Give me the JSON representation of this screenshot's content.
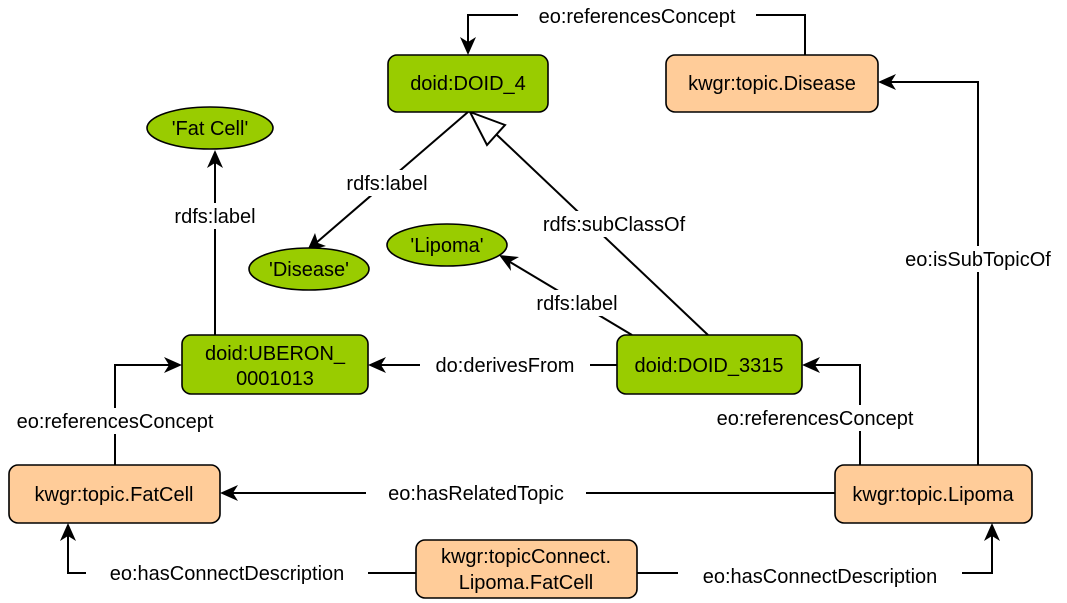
{
  "nodes": {
    "doid_4": "doid:DOID_4",
    "topic_disease": "kwgr:topic.Disease",
    "fat_cell_literal": "'Fat Cell'",
    "disease_literal": "'Disease'",
    "lipoma_literal": "'Lipoma'",
    "uberon_line1": "doid:UBERON_",
    "uberon_line2": "0001013",
    "doid_3315": "doid:DOID_3315",
    "topic_fatcell": "kwgr:topic.FatCell",
    "topic_lipoma": "kwgr:topic.Lipoma",
    "connect_line1": "kwgr:topicConnect.",
    "connect_line2": "Lipoma.FatCell"
  },
  "edges": {
    "top_references_concept": "eo:referencesConcept",
    "disease_label": "rdfs:label",
    "subclass_of": "rdfs:subClassOf",
    "fatcell_label": "rdfs:label",
    "lipoma_label": "rdfs:label",
    "is_subtopic_of": "eo:isSubTopicOf",
    "derives_from": "do:derivesFrom",
    "left_references_concept": "eo:referencesConcept",
    "right_references_concept": "eo:referencesConcept",
    "has_related_topic": "eo:hasRelatedTopic",
    "left_has_connect_description": "eo:hasConnectDescription",
    "right_has_connect_description": "eo:hasConnectDescription"
  },
  "colors": {
    "concept_fill": "#99cc00",
    "topic_fill": "#ffcc99",
    "line": "#000000"
  }
}
